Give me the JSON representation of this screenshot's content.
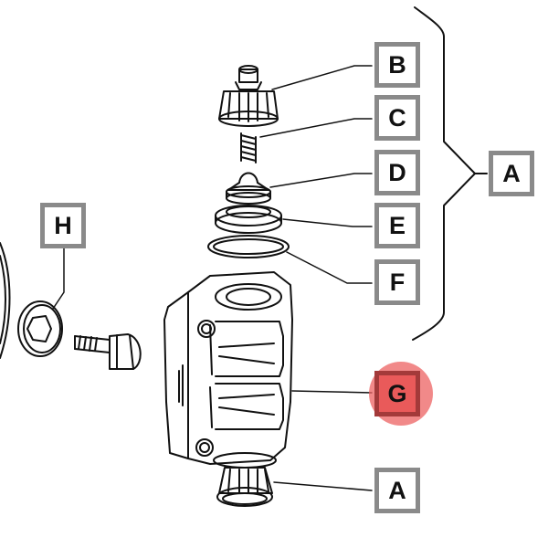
{
  "callouts": {
    "b": "B",
    "c": "C",
    "d": "D",
    "e": "E",
    "f": "F",
    "a_group": "A",
    "h": "H",
    "g": "G",
    "a_bottom": "A"
  },
  "colors": {
    "label_border": "#8a8a8a",
    "highlight": "#e95a5a",
    "line": "#111111"
  },
  "highlighted_callout": "G"
}
